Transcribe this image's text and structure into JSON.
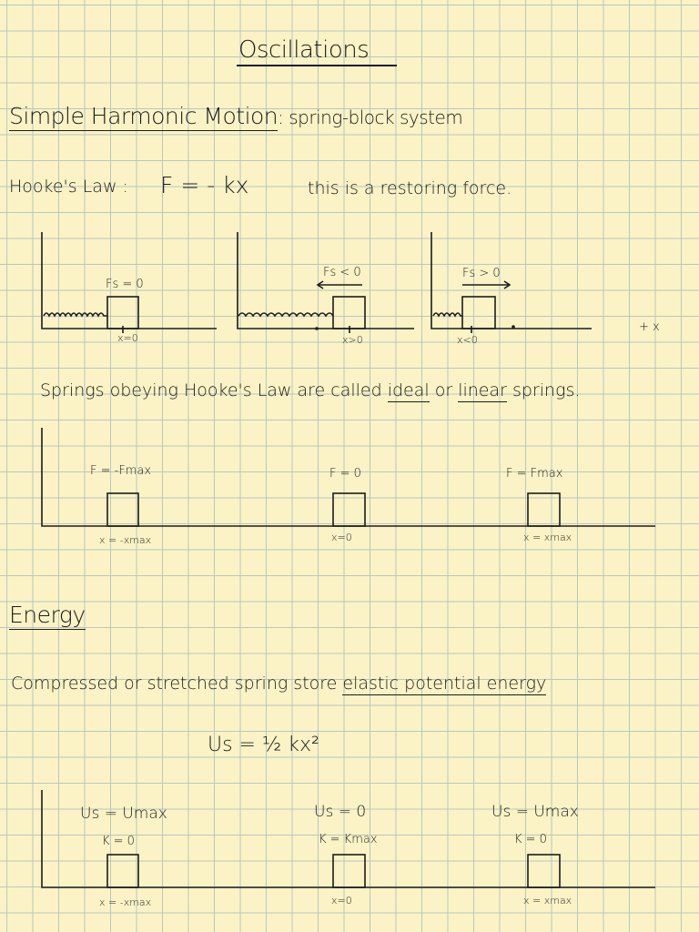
{
  "title": "Oscillations",
  "shm": {
    "heading": "Simple Harmonic Motion",
    "subheading": ": spring-block system"
  },
  "hookes": {
    "label": "Hooke's Law :",
    "formula": "F = - kx",
    "note": "this is a restoring force."
  },
  "diagram1": {
    "panels": [
      {
        "force": "Fs = 0",
        "position": "x=0"
      },
      {
        "force": "Fs < 0",
        "position": "x>0"
      },
      {
        "force": "Fs > 0",
        "position": "x<0"
      }
    ],
    "axis_label": "+ x"
  },
  "springs_sentence": {
    "prefix": "Springs obeying Hooke's Law are called",
    "ideal": "ideal",
    "or": "or",
    "linear": "linear",
    "suffix": "springs."
  },
  "diagram2": {
    "panels": [
      {
        "force": "F = -Fmax",
        "position": "x = -xmax"
      },
      {
        "force": "F = 0",
        "position": "x=0"
      },
      {
        "force": "F = Fmax",
        "position": "x = xmax"
      }
    ]
  },
  "energy": {
    "heading": "Energy",
    "sentence_prefix": "Compressed or stretched spring store",
    "sentence_term": "elastic potential energy",
    "formula": "Us = ½ kx²"
  },
  "diagram3": {
    "panels": [
      {
        "line1": "Us = Umax",
        "line2": "K = 0",
        "position": "x = -xmax"
      },
      {
        "line1": "Us = 0",
        "line2": "K = Kmax",
        "position": "x=0"
      },
      {
        "line1": "Us = Umax",
        "line2": "K = 0",
        "position": "x = xmax"
      }
    ]
  }
}
